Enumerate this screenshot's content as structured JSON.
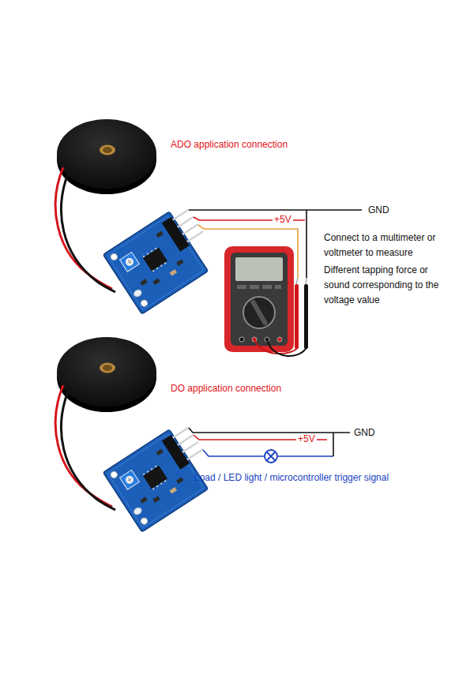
{
  "diagram": {
    "labels": [
      "ADO application connection",
      "GND",
      "+5V",
      "Connect to a multimeter or voltmeter to measure",
      "Different tapping force or sound corresponding to the voltage value",
      "DO application connection",
      "GND",
      "+5V",
      "Load / LED light / microcontroller trigger signal"
    ]
  }
}
